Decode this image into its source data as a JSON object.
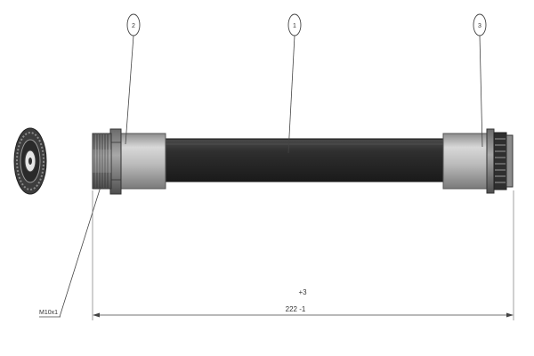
{
  "callouts": [
    {
      "number": "2",
      "target": "fitting-left"
    },
    {
      "number": "1",
      "target": "hose-body"
    },
    {
      "number": "3",
      "target": "fitting-right"
    }
  ],
  "thread_label": "M10x1",
  "dimension": {
    "tolerance_text": "+3",
    "value_text": "222 -1"
  },
  "colors": {
    "hose": "#2b2b2b",
    "fitting_metal": "#bdbdbd",
    "fitting_dark": "#555555",
    "line": "#444444"
  }
}
